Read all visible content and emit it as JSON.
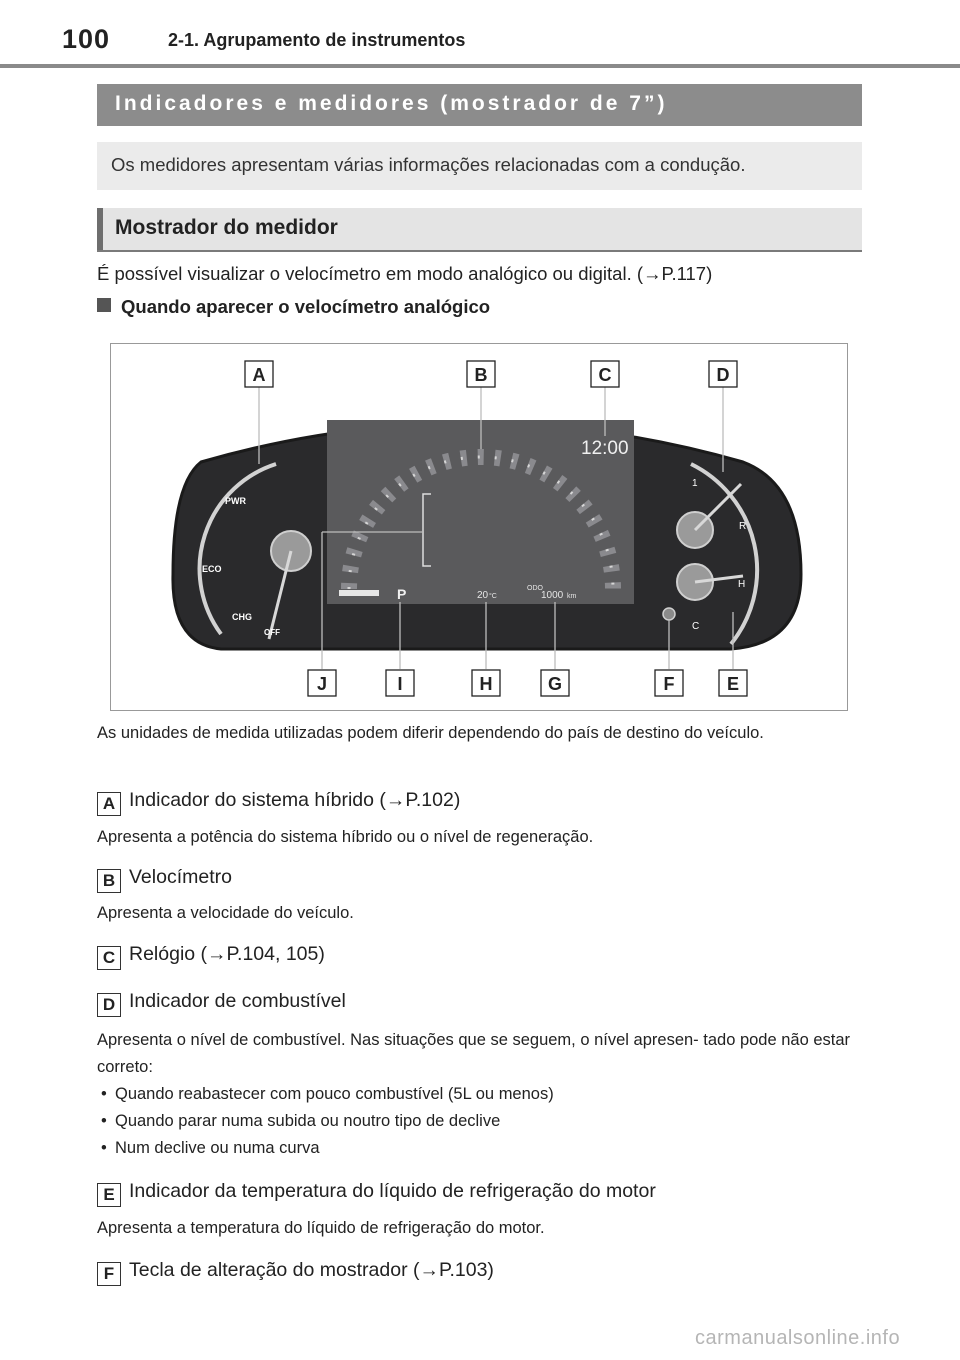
{
  "header": {
    "page_number": "100",
    "running_head": "2-1. Agrupamento de instrumentos"
  },
  "section": {
    "title": "Indicadores e medidores (mostrador de 7”)",
    "intro": "Os medidores apresentam várias informações relacionadas com a condução."
  },
  "subsection": {
    "title": "Mostrador do medidor",
    "paragraph": "É possível visualizar o velocímetro em modo analógico ou digital. (→P.117)",
    "heading": "Quando aparecer o velocímetro analógico"
  },
  "figure": {
    "callouts": [
      "A",
      "B",
      "C",
      "D",
      "E",
      "F",
      "G",
      "H",
      "I",
      "J"
    ],
    "display": {
      "clock": "12:00",
      "shift": "P",
      "temperature": "20",
      "temperature_unit": "°C",
      "odo_label": "ODO",
      "odo_value": "1000",
      "odo_unit": "km",
      "hybrid_labels": [
        "PWR",
        "ECO",
        "CHG",
        "OFF"
      ],
      "fuel_labels": [
        "1",
        "R",
        "H",
        "C"
      ]
    }
  },
  "note": "As unidades de medida utilizadas podem diferir dependendo do país de destino do veículo.",
  "items": [
    {
      "letter": "A",
      "title": "Indicador do sistema híbrido (→P.102)",
      "desc": "Apresenta a potência do sistema híbrido ou o nível de regeneração."
    },
    {
      "letter": "B",
      "title": "Velocímetro",
      "desc": "Apresenta a velocidade do veículo."
    },
    {
      "letter": "C",
      "title": "Relógio (→P.104, 105)",
      "desc": ""
    },
    {
      "letter": "D",
      "title": "Indicador de combustível",
      "desc": "Apresenta o nível de combustível. Nas situações que se seguem, o nível apresen- tado pode não estar correto:",
      "bullets": [
        "Quando reabastecer com pouco combustível (5L ou menos)",
        "Quando parar numa subida ou noutro tipo de declive",
        "Num declive ou numa curva"
      ]
    },
    {
      "letter": "E",
      "title": "Indicador da temperatura do líquido de refrigeração do motor",
      "desc": "Apresenta a temperatura do líquido de refrigeração do motor."
    },
    {
      "letter": "F",
      "title": "Tecla de alteração do mostrador (→P.103)",
      "desc": ""
    }
  ],
  "watermark": "carmanualsonline.info"
}
